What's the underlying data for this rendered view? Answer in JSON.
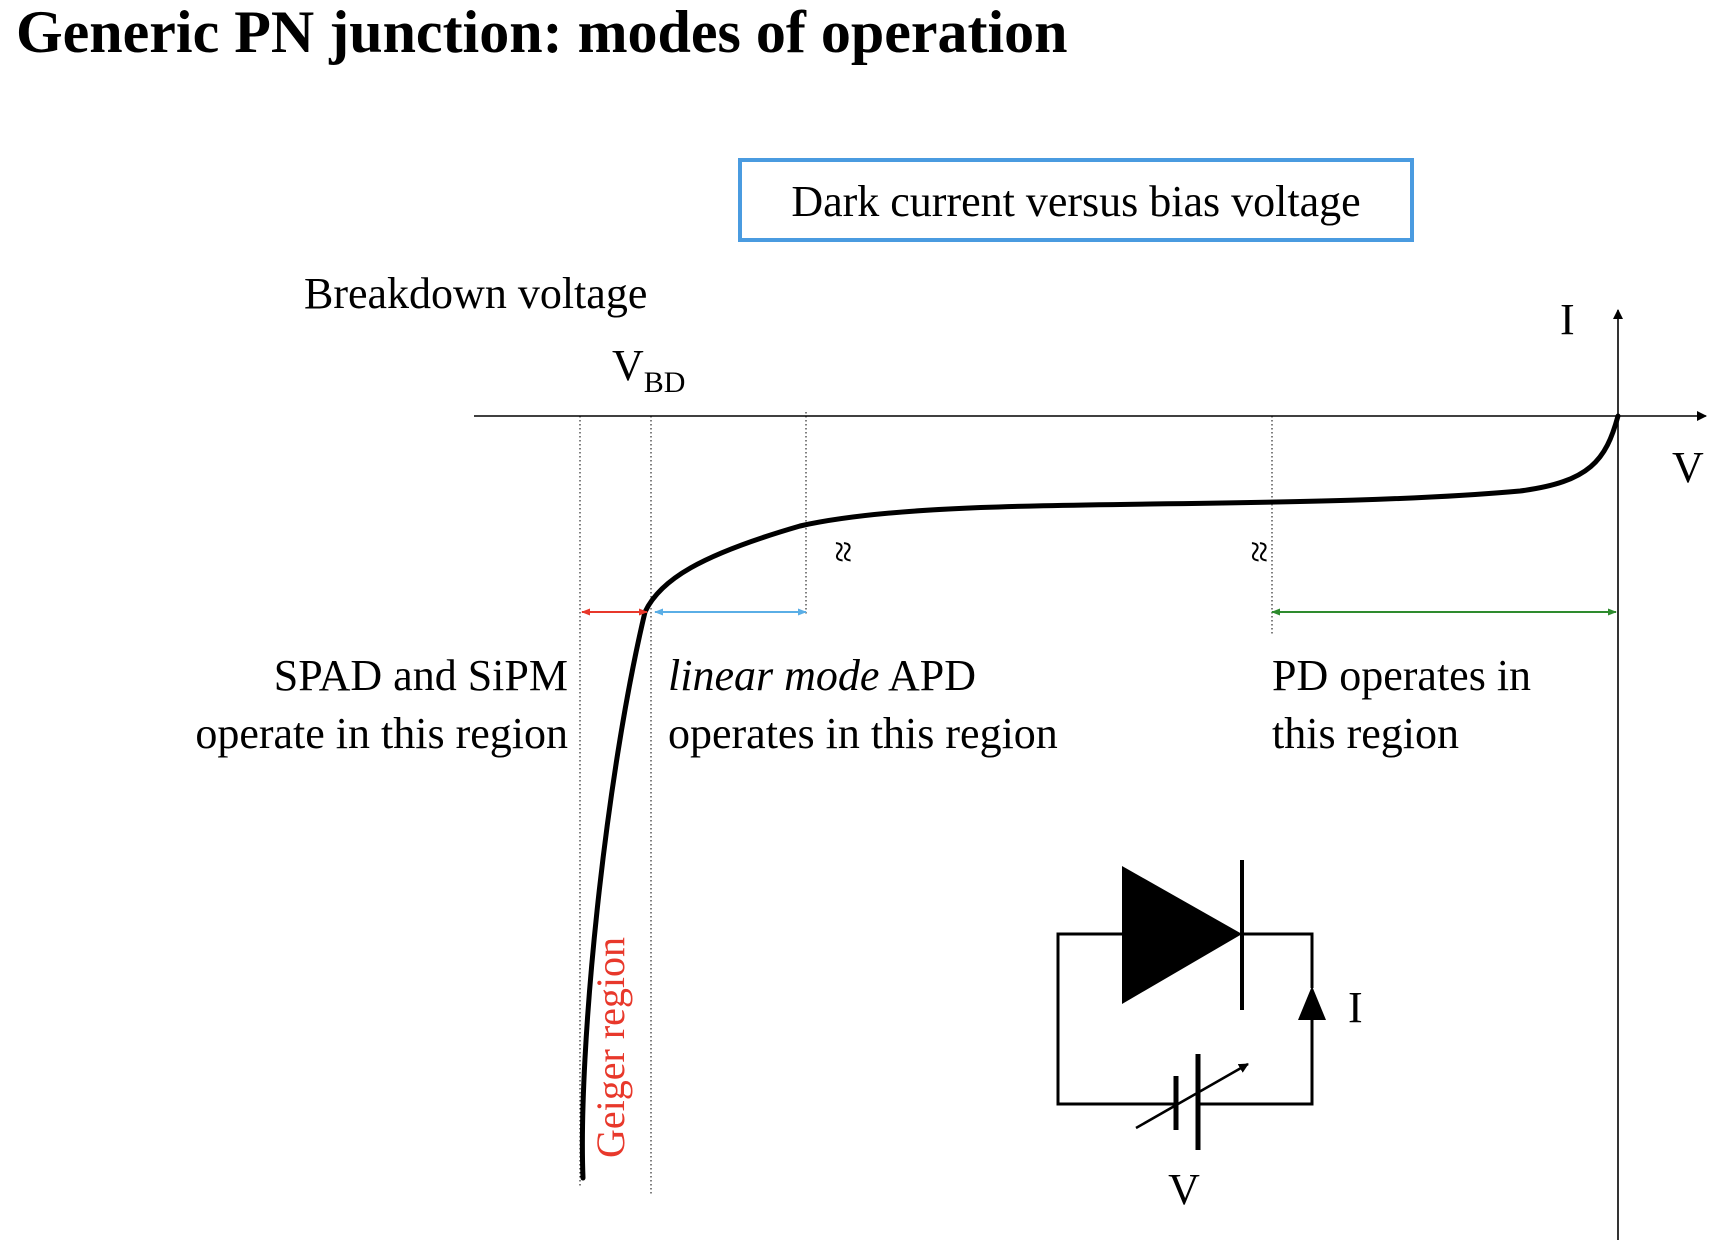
{
  "title": "Generic PN junction: modes of operation",
  "caption_box": "Dark current versus bias voltage",
  "breakdown_label": "Breakdown voltage",
  "vbd": {
    "main": "V",
    "sub": "BD"
  },
  "axes": {
    "y_label": "I",
    "x_label": "V"
  },
  "break_symbol": "≈",
  "regions": {
    "spad": {
      "line1": "SPAD and SiPM",
      "line2": "operate in this region"
    },
    "apd": {
      "line1_italic": "linear mode",
      "line1_rest": " APD",
      "line2": "operates in this region"
    },
    "pd": {
      "line1": "PD operates in",
      "line2": "this region"
    },
    "geiger": "Geiger region"
  },
  "circuit": {
    "current_label": "I",
    "voltage_label": "V"
  },
  "colors": {
    "geiger_arrow": "#e8382b",
    "apd_arrow": "#5aaee6",
    "pd_arrow": "#2e8b2e",
    "caption_border": "#4a9be0",
    "curve": "#000000"
  }
}
